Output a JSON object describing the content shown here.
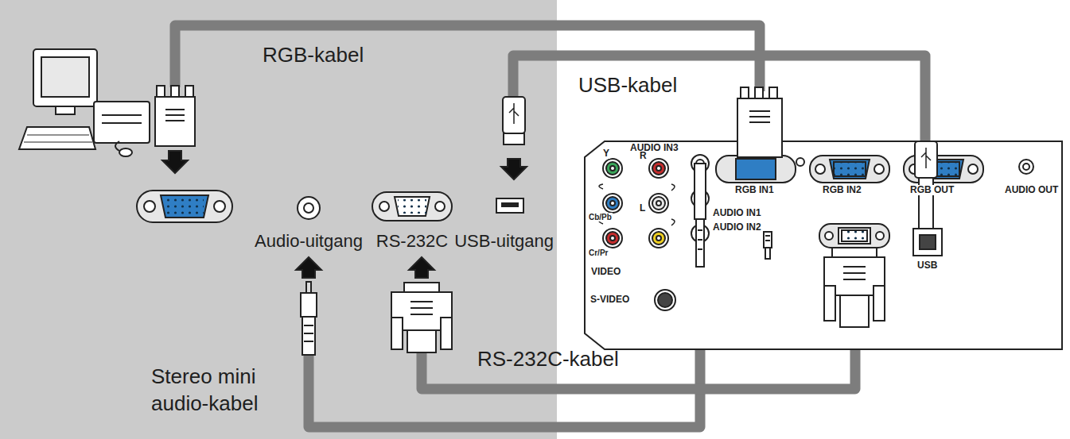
{
  "diagram": {
    "labels": [
      "RGB-kabel",
      "USB-kabel",
      "Audio-uitgang",
      "RS-232C",
      "USB-uitgang",
      "RS-232C-kabel",
      "Stereo mini audio-kabel",
      "AUDIO IN3",
      "Y",
      "R",
      "Cb/Pb",
      "L",
      "Cr/Pr",
      "AUDIO IN1",
      "AUDIO IN2",
      "VIDEO",
      "S-VIDEO",
      "RGB IN1",
      "RGB IN2",
      "RGB OUT",
      "AUDIO OUT",
      "USB"
    ]
  }
}
